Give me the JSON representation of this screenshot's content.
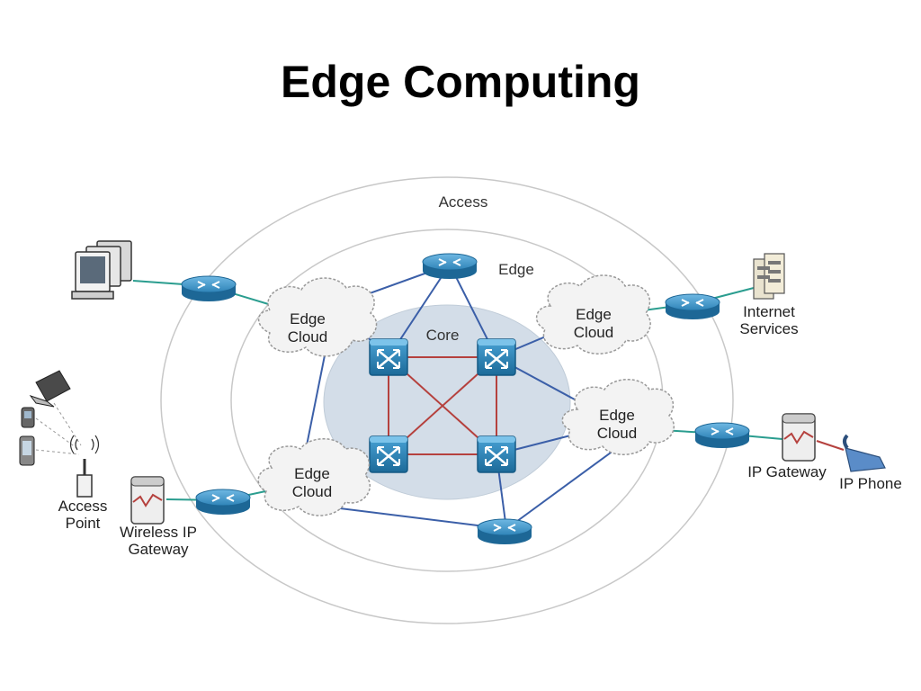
{
  "title": "Edge Computing",
  "zones": {
    "access": "Access",
    "edge": "Edge",
    "core": "Core"
  },
  "clouds": {
    "top_left": [
      "Edge",
      "Cloud"
    ],
    "top_right": [
      "Edge",
      "Cloud"
    ],
    "mid_right": [
      "Edge",
      "Cloud"
    ],
    "bottom_left": [
      "Edge",
      "Cloud"
    ]
  },
  "devices": {
    "internet_services": [
      "Internet",
      "Services"
    ],
    "ip_gateway": "IP Gateway",
    "ip_phone": "IP Phone",
    "access_point": [
      "Access",
      "Point"
    ],
    "wireless_ip_gateway": [
      "Wireless IP",
      "Gateway"
    ]
  },
  "colors": {
    "core_fill": "#d3dde8",
    "core_link": "#b5413e",
    "edge_link": "#3b5fa8",
    "access_link": "#2a9d8f",
    "router_top": "#3f93c6",
    "router_body": "#1f6f9e",
    "ring_stroke": "#c8c8c8",
    "cloud_fill": "#f3f3f3"
  }
}
